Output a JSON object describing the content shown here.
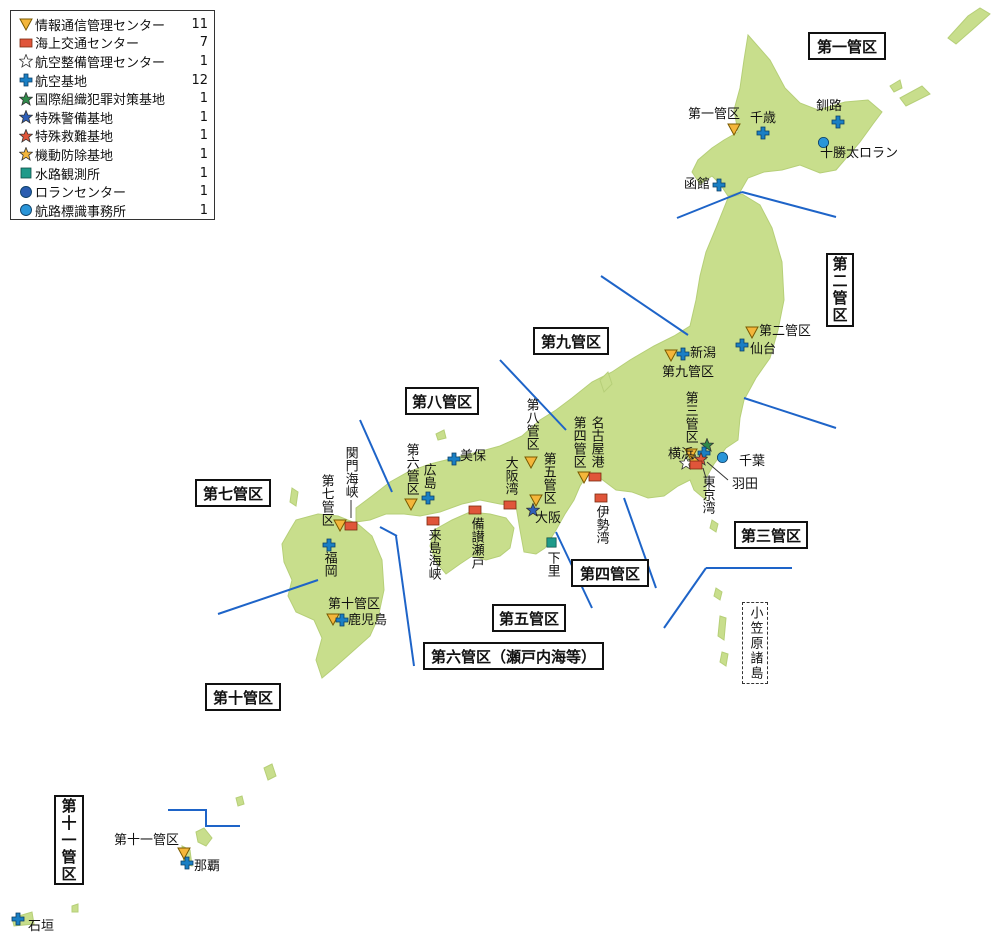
{
  "legend": {
    "items": [
      {
        "label": "情報通信管理センター",
        "count": "11",
        "icon": "triangle-down-icon"
      },
      {
        "label": "海上交通センター",
        "count": "7",
        "icon": "rectangle-icon"
      },
      {
        "label": "航空整備管理センター",
        "count": "1",
        "icon": "star-outline-icon"
      },
      {
        "label": "航空基地",
        "count": "12",
        "icon": "cross-icon"
      },
      {
        "label": "国際組織犯罪対策基地",
        "count": "1",
        "icon": "star-green-icon"
      },
      {
        "label": "特殊警備基地",
        "count": "1",
        "icon": "star-blue-icon"
      },
      {
        "label": "特殊救難基地",
        "count": "1",
        "icon": "star-red-icon"
      },
      {
        "label": "機動防除基地",
        "count": "1",
        "icon": "star-yellow-icon"
      },
      {
        "label": "水路観測所",
        "count": "1",
        "icon": "square-icon"
      },
      {
        "label": "ロランセンター",
        "count": "1",
        "icon": "circle-dark-icon"
      },
      {
        "label": "航路標識事務所",
        "count": "1",
        "icon": "circle-icon"
      }
    ]
  },
  "regions": {
    "r1": "第一管区",
    "r2": "第二管区",
    "r3": "第三管区",
    "r4": "第四管区",
    "r5": "第五管区",
    "r6": "第六管区（瀬戸内海等）",
    "r7": "第七管区",
    "r8": "第八管区",
    "r9": "第九管区",
    "r10": "第十管区",
    "r11": "第十一管区",
    "ogasawara": "小笠原諸島"
  },
  "labels": {
    "dai1kanku": "第一管区",
    "chitose": "千歳",
    "kushiro": "釧路",
    "tokachi_loran": "十勝太ロラン",
    "hakodate": "函館",
    "dai2kanku": "第二管区",
    "sendai": "仙台",
    "niigata": "新潟",
    "dai9kanku": "第九管区",
    "dai3kanku": "第三管区",
    "yokohama": "横浜",
    "chiba": "千葉",
    "haneda": "羽田",
    "tokyo_wan": "東京湾",
    "nagoya": "名古屋港",
    "dai4kanku": "第四管区",
    "ise_wan": "伊勢湾",
    "dai8kanku": "第八管区",
    "dai5kanku": "第五管区",
    "osaka_wan": "大阪湾",
    "osaka": "大阪",
    "shimosato": "下里",
    "miho": "美保",
    "hiroshima": "広島",
    "dai6kanku": "第六管区",
    "kurushima": "来島海峡",
    "bisan": "備讃瀬戸",
    "kanmon": "関門海峡",
    "dai7kanku": "第七管区",
    "fukuoka": "福岡",
    "dai10kanku": "第十管区",
    "kagoshima": "鹿児島",
    "dai11kanku": "第十一管区",
    "naha": "那覇",
    "ishigaki": "石垣"
  },
  "colors": {
    "land": "#c8de8c",
    "land_stroke": "#b6cf78",
    "boundary": "#1e64c8",
    "triangle": "#f4b63a",
    "rect": "#e0553a",
    "cross": "#1a7fc4",
    "star_green": "#2f8a4a",
    "star_blue": "#2e5fb8",
    "star_red": "#e0553a",
    "star_yellow": "#f4b63a",
    "square": "#1f9a8a",
    "circle_dark": "#2a5db0",
    "circle": "#2a95d8"
  }
}
